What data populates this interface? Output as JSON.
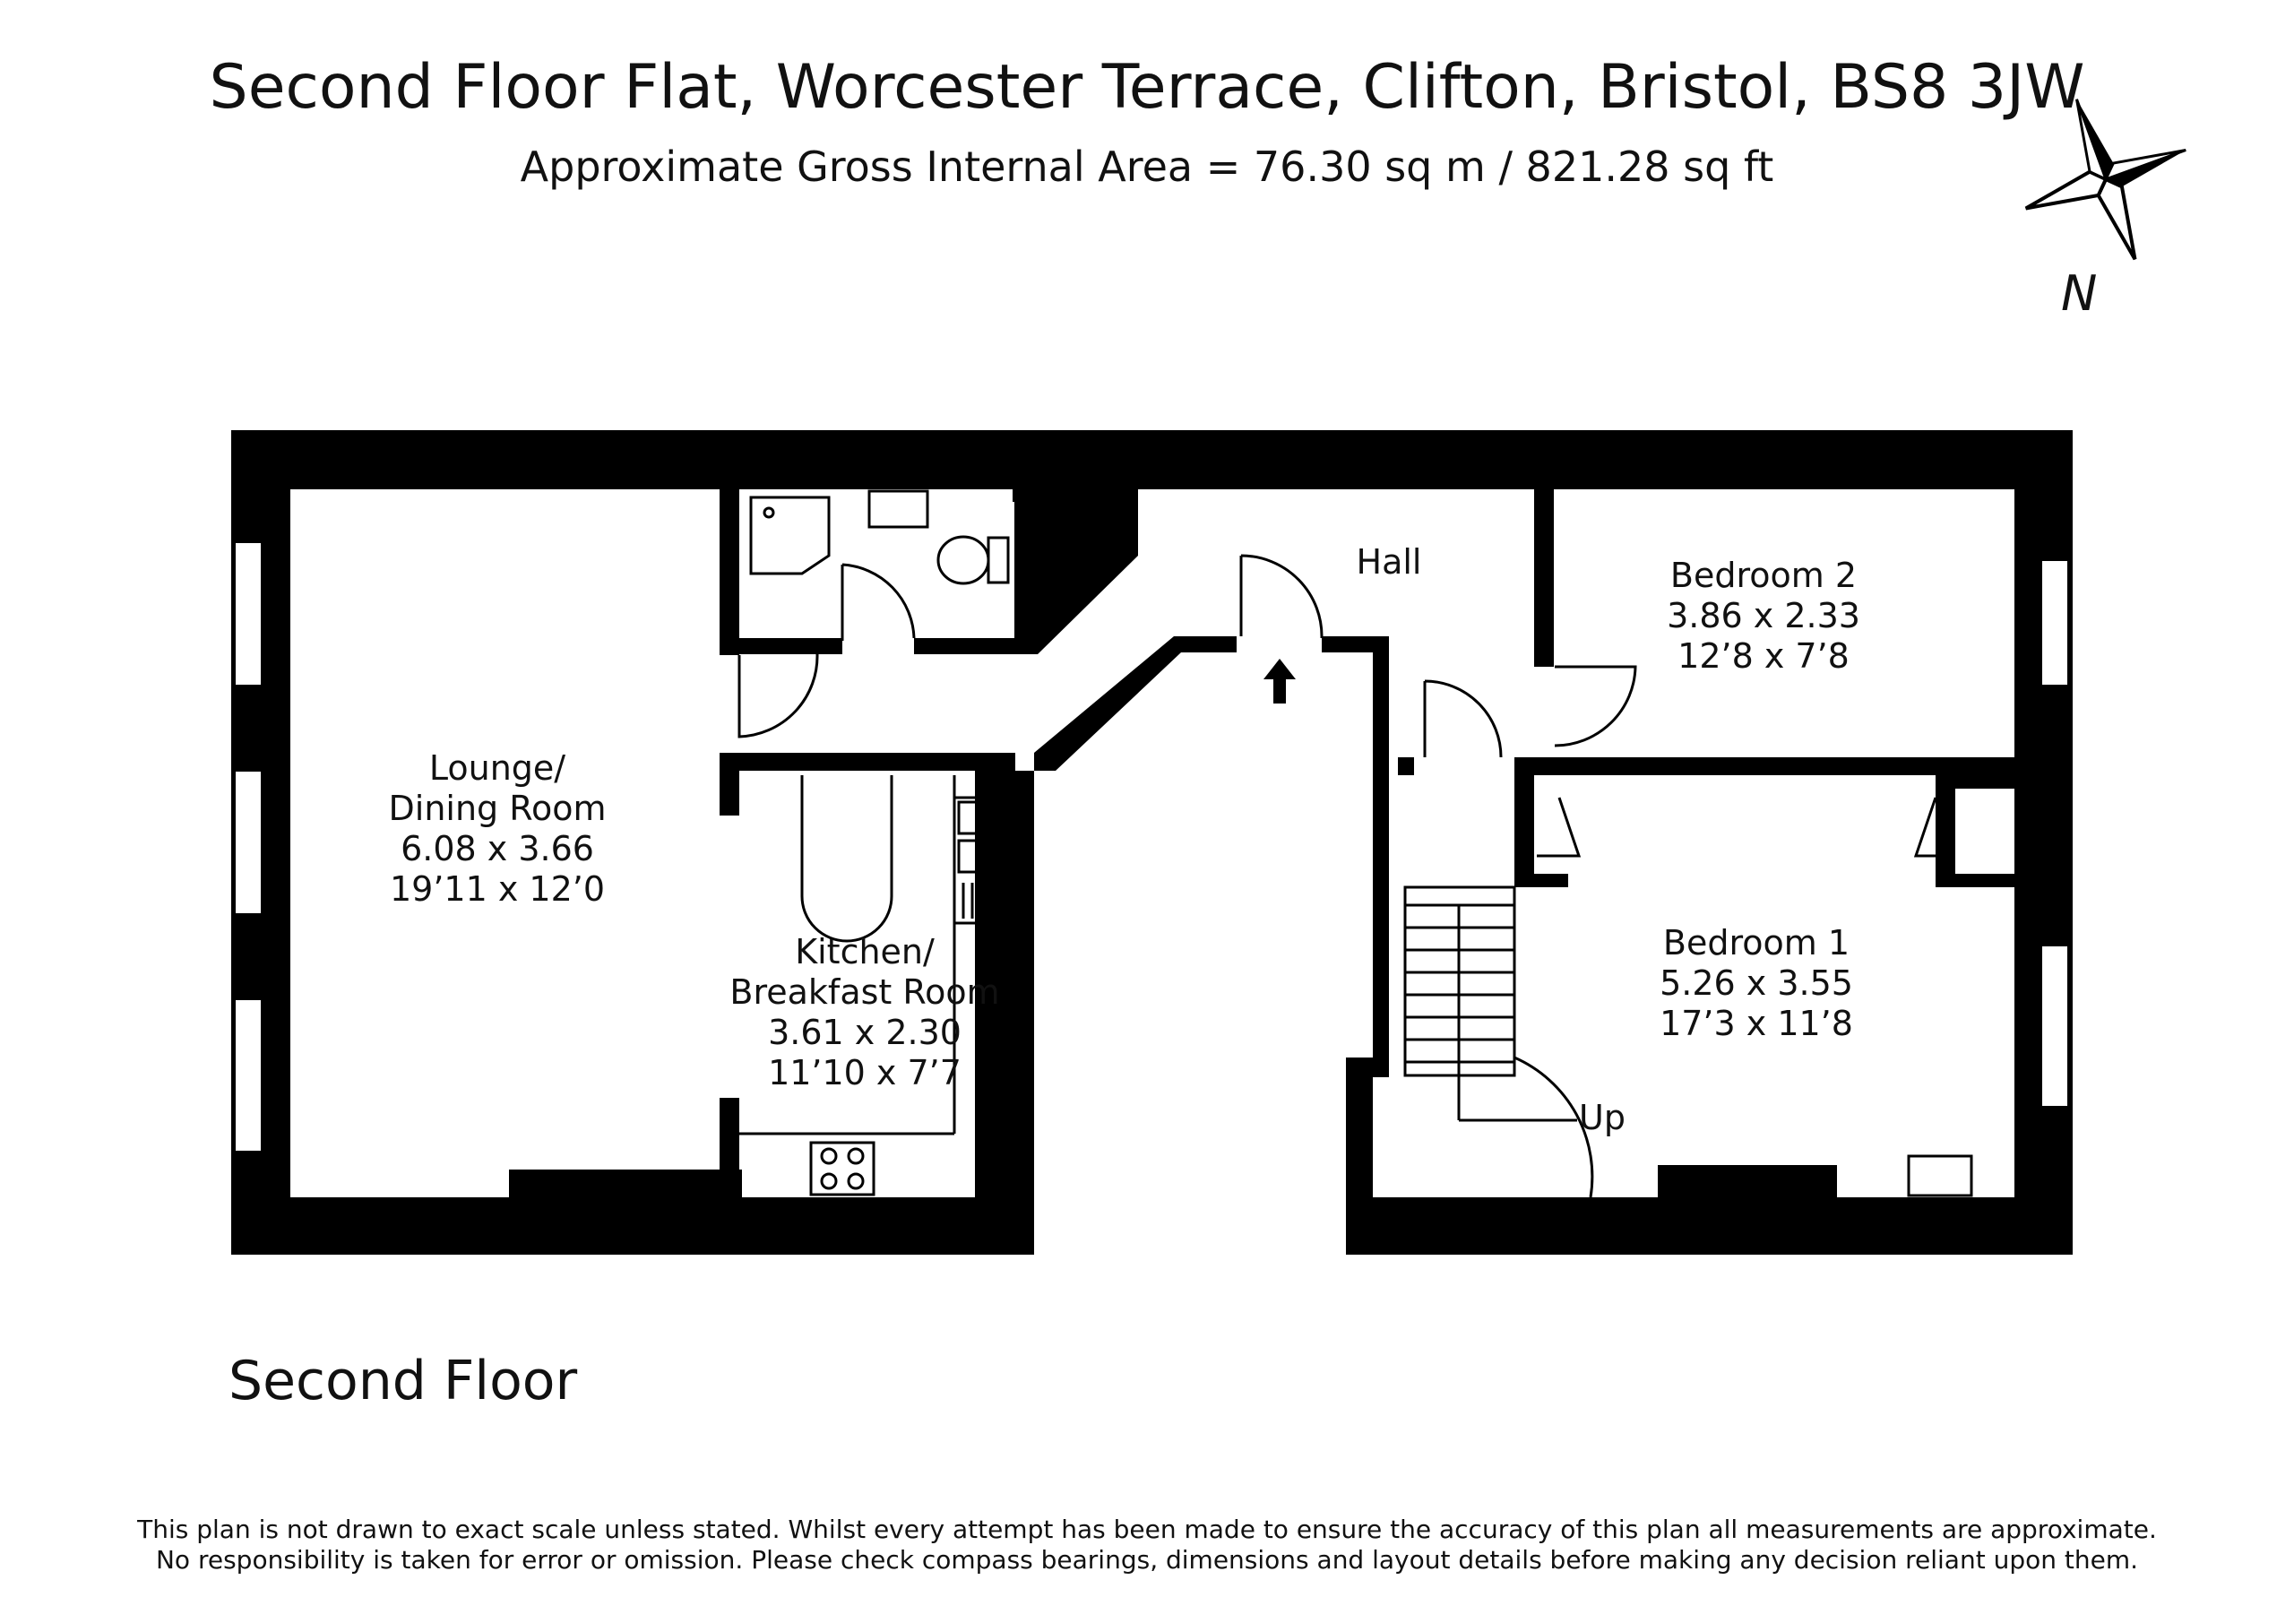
{
  "header": {
    "title": "Second Floor Flat, Worcester Terrace, Clifton, Bristol, BS8 3JW",
    "subtitle": "Approximate Gross Internal Area = 76.30 sq m / 821.28 sq ft"
  },
  "compass": {
    "label": "N"
  },
  "rooms": {
    "lounge": {
      "name_line1": "Lounge/",
      "name_line2": "Dining Room",
      "metric": "6.08 x 3.66",
      "imperial": "19’11 x 12’0"
    },
    "kitchen": {
      "name_line1": "Kitchen/",
      "name_line2": "Breakfast Room",
      "metric": "3.61 x 2.30",
      "imperial": "11’10 x 7’7"
    },
    "hall": {
      "name": "Hall"
    },
    "bedroom2": {
      "name": "Bedroom 2",
      "metric": "3.86 x 2.33",
      "imperial": "12’8 x 7’8"
    },
    "bedroom1": {
      "name": "Bedroom 1",
      "metric": "5.26 x 3.55",
      "imperial": "17’3 x 11’8"
    },
    "stairs": {
      "label": "Up"
    }
  },
  "floor_label": "Second Floor",
  "disclaimer": {
    "line1": "This plan is not drawn to exact scale unless stated.  Whilst every attempt has been made to ensure the accuracy of this plan all measurements are approximate.",
    "line2": "No responsibility is taken for error or omission.  Please check compass bearings, dimensions and layout details before making any decision reliant upon them."
  },
  "colors": {
    "wall": "#000000",
    "background": "#ffffff",
    "text": "#111111"
  }
}
